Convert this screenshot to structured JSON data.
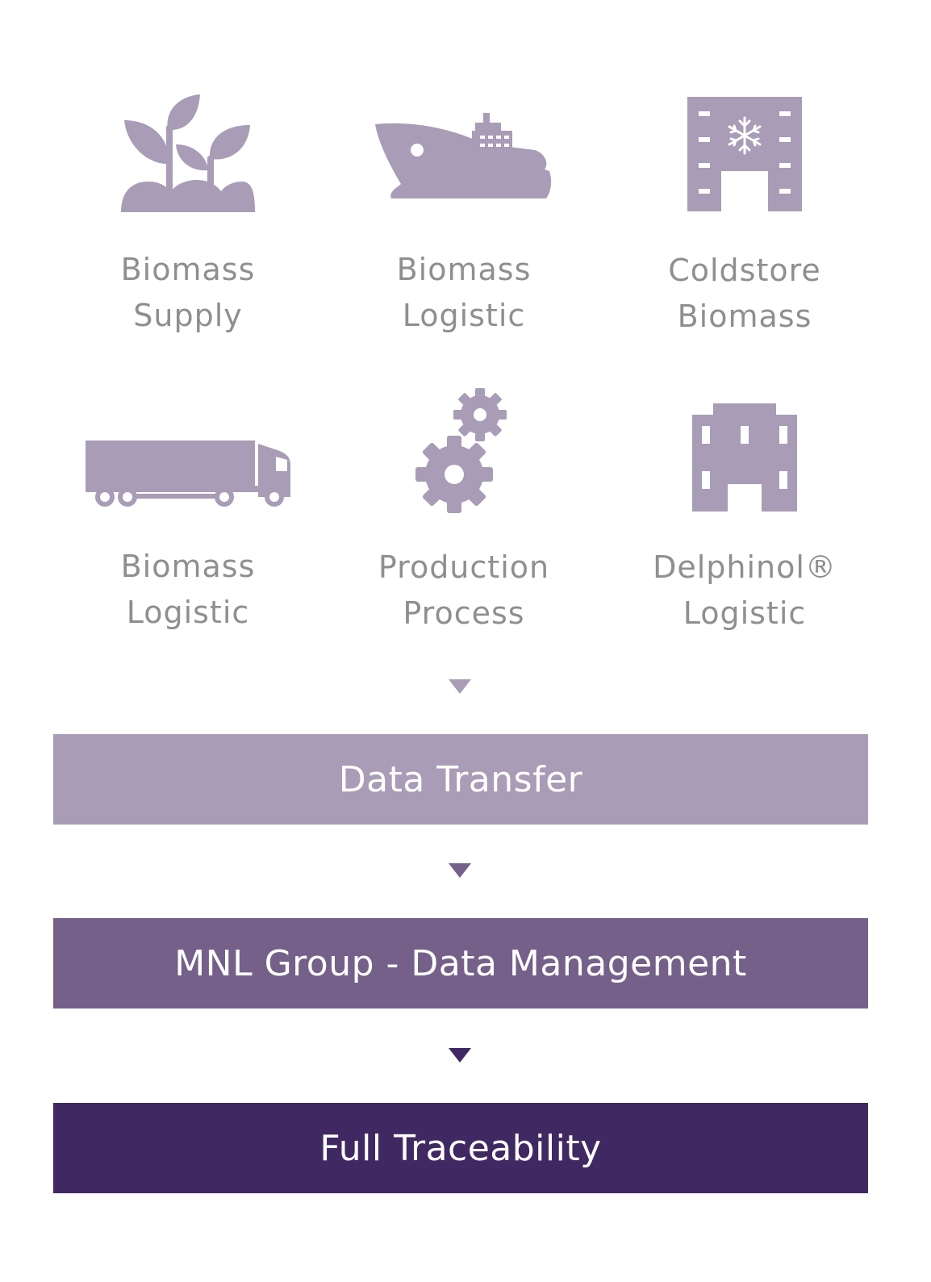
{
  "colors": {
    "icon": "#a89cb6",
    "label": "#8f8f8f",
    "bar_light": "#a89cb6",
    "bar_mid": "#746089",
    "bar_dark": "#402963",
    "background": "#ffffff"
  },
  "items": [
    {
      "icon": "plant-icon",
      "label": "Biomass\nSupply"
    },
    {
      "icon": "ship-icon",
      "label": "Biomass\nLogistic"
    },
    {
      "icon": "coldstore-icon",
      "label": "Coldstore\nBiomass"
    },
    {
      "icon": "truck-icon",
      "label": "Biomass\nLogistic"
    },
    {
      "icon": "gears-icon",
      "label": "Production\nProcess"
    },
    {
      "icon": "building-icon",
      "label": "Delphinol®\nLogistic"
    }
  ],
  "flow": [
    {
      "label": "Data Transfer"
    },
    {
      "label": "MNL Group - Data Management"
    },
    {
      "label": "Full Traceability"
    }
  ]
}
